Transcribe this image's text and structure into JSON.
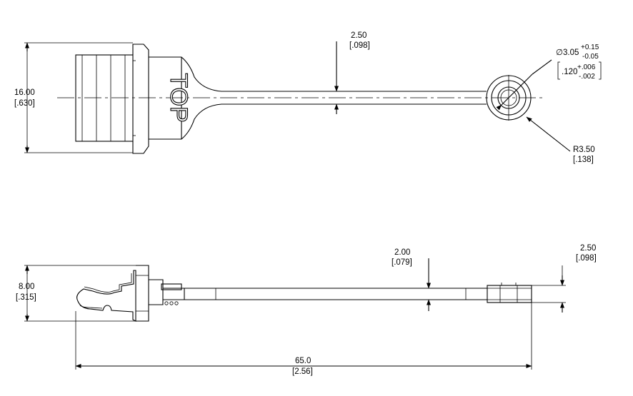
{
  "drawing": {
    "top_view": {
      "label_top": "TOP",
      "dim_height": {
        "metric": "16.00",
        "inch": "[.630]"
      },
      "dim_thickness": {
        "metric": "2.50",
        "inch": "[.098]"
      },
      "dim_hole": {
        "symbol": "∅",
        "metric": "3.05",
        "tol_plus": "+0.15",
        "tol_minus": "-0.05",
        "inch": ".120",
        "inch_tol_plus": "+.006",
        "inch_tol_minus": "-.002"
      },
      "dim_radius": {
        "metric": "R3.50",
        "inch": "[.138]"
      }
    },
    "side_view": {
      "dim_height": {
        "metric": "8.00",
        "inch": "[.315]"
      },
      "dim_strap": {
        "metric": "2.00",
        "inch": "[.079]"
      },
      "dim_ring": {
        "metric": "2.50",
        "inch": "[.098]"
      },
      "dim_length": {
        "metric": "65.0",
        "inch": "[2.56]"
      }
    }
  }
}
